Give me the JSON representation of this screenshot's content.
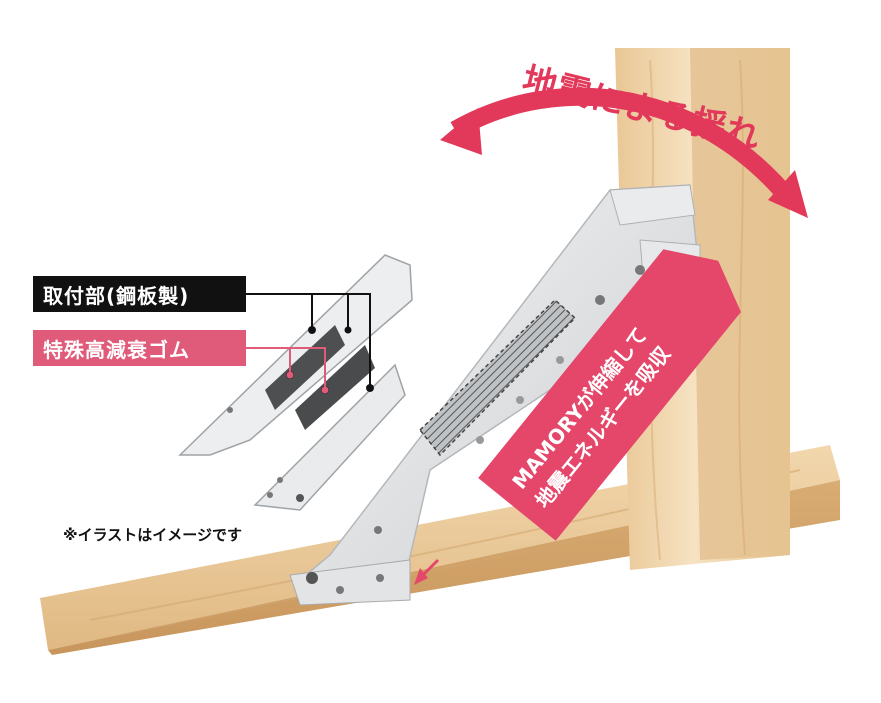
{
  "labels": {
    "steel": "取付部(鋼板製)",
    "rubber": "特殊高減衰ゴム"
  },
  "disclaimer": "※イラストはイメージです",
  "quake_title": "地震による揺れ",
  "absorb_banner": {
    "line1": "MAMORYが伸縮して",
    "line2": "地震エネルギーを吸収"
  },
  "colors": {
    "accent_red": "#e2395a",
    "label_black": "#111111",
    "label_pink": "#e05a79",
    "wood_light": "#f3dcb6",
    "wood_mid": "#e2bf8c",
    "steel": "#d8dadc"
  }
}
